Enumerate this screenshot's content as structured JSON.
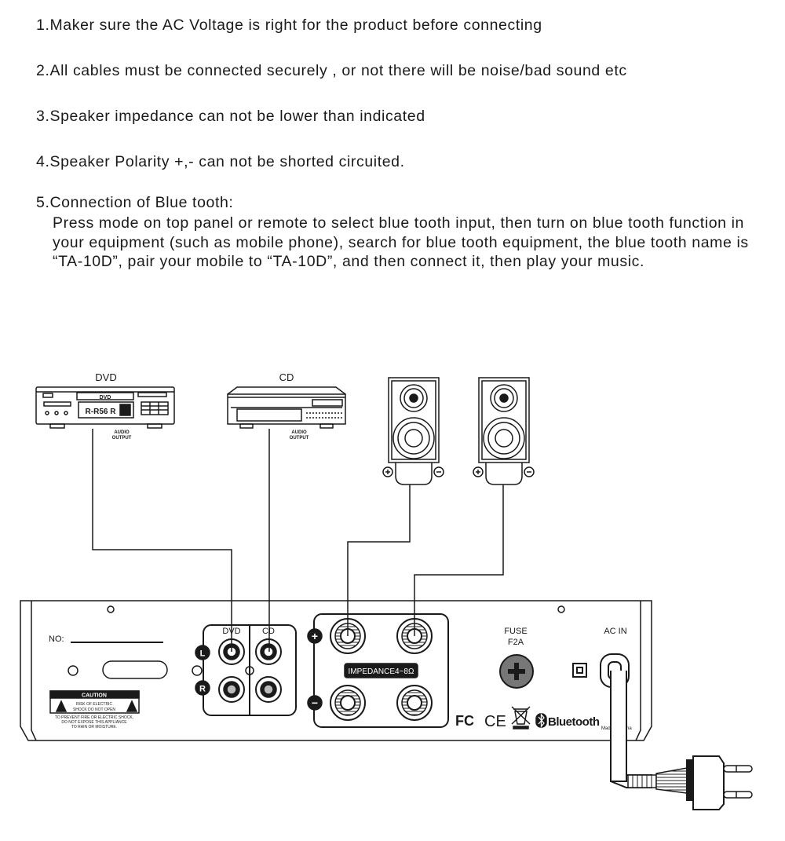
{
  "notes": [
    "1.Maker sure the AC Voltage is right for the product before connecting",
    "2.All cables must be connected securely , or not there will be noise/bad sound etc",
    "3.Speaker impedance can not be lower than indicated",
    "4.Speaker Polarity +,- can not be shorted circuited.",
    "5.Connection of Blue tooth:"
  ],
  "note5_body": "Press mode on top panel or remote to select blue tooth input, then turn on blue tooth function in your equipment (such as mobile phone), search for blue tooth equipment, the blue tooth name is “TA-10D”, pair your mobile to “TA-10D”, and then connect it, then play your music.",
  "diagram": {
    "dvd_title": "DVD",
    "cd_title": "CD",
    "dvd_badge": "DVD",
    "dvd_model": "R-R56 R",
    "audio_output_1": "AUDIO",
    "audio_output_2": "OUTPUT",
    "panel": {
      "no_label": "NO:",
      "caution_title": "CAUTION",
      "caution_box_1": "RISK OF ELECTRIC",
      "caution_box_2": "SHOCK DO NOT OPEN",
      "caution_text_1": "TO PREVENT FIRE OR ELECTRIC SHOCK,",
      "caution_text_2": "DO NOT EXPOSE THIS APPLIANCE",
      "caution_text_3": "TO RAIN OR MOISTURE.",
      "input_dvd": "DVD",
      "input_cd": "CD",
      "left_label": "L",
      "right_label": "R",
      "plus_label": "+",
      "minus_label": "−",
      "impedance": "IMPEDANCE4~8Ω",
      "fuse_1": "FUSE",
      "fuse_2": "F2A",
      "ac_in": "AC IN",
      "fc": "FC",
      "ce": "CE",
      "bluetooth": "Bluetooth",
      "made_in": "Made in China"
    }
  }
}
